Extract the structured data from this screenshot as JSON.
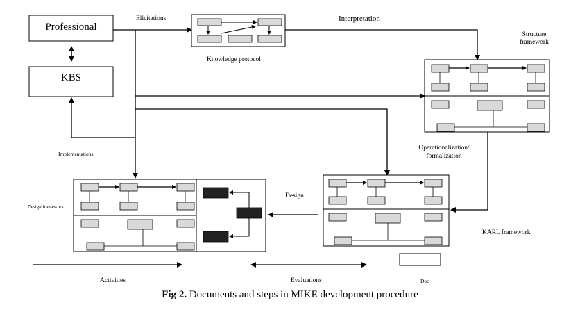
{
  "labels": {
    "professional": "Professional",
    "kbs": "KBS",
    "elicitations": "Elicitations",
    "interpretation": "Interpretation",
    "knowledge_protocol": "Knowledge protocol",
    "structure_framework": "Structure framework",
    "operationalization": "Operationalization/ formalization",
    "implementations": "Implementations",
    "design_framework": "Design framework",
    "design": "Design",
    "karl_framework": "KARL framework",
    "activities": "Activities",
    "evaluations": "Evaluations",
    "doc": "Doc"
  },
  "caption": {
    "prefix": "Fig 2.",
    "text": " Documents and steps in MIKE development procedure"
  },
  "colors": {
    "line": "#000000",
    "box_fill": "#d9d9d9",
    "dark_box_fill": "#222222"
  }
}
